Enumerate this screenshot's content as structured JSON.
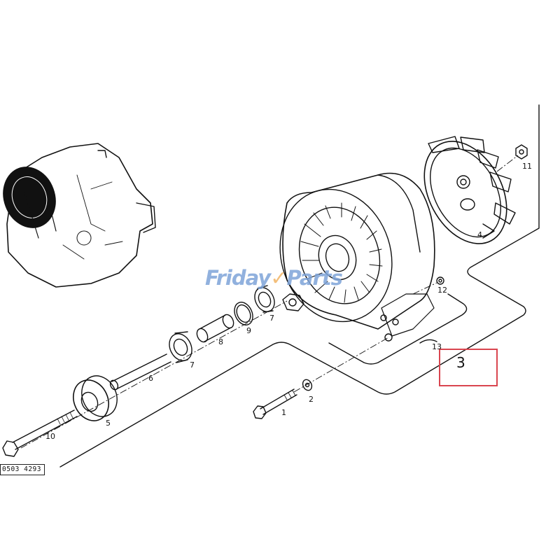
{
  "diagram": {
    "type": "exploded-parts-view",
    "subject": "alternator / blower assembly",
    "drawing_number": "0503 4293",
    "watermark": {
      "text_left": "Friday",
      "text_right": "Parts",
      "color_text": "#7ea4d9",
      "color_check": "#f2b464"
    },
    "highlight": {
      "callout": "3",
      "border_color": "#d9454f"
    },
    "callouts": [
      {
        "id": "1",
        "label": "1",
        "part": "bolt"
      },
      {
        "id": "2",
        "label": "2",
        "part": "washer"
      },
      {
        "id": "3",
        "label": "3",
        "part": "highlighted item"
      },
      {
        "id": "4",
        "label": "4",
        "part": "fan impeller"
      },
      {
        "id": "5",
        "label": "5",
        "part": "pulley"
      },
      {
        "id": "6",
        "label": "6",
        "part": "sleeve"
      },
      {
        "id": "7a",
        "label": "7",
        "part": "ball bearing (outer)"
      },
      {
        "id": "7b",
        "label": "7",
        "part": "ball bearing (inner)"
      },
      {
        "id": "8",
        "label": "8",
        "part": "spacer tube"
      },
      {
        "id": "9",
        "label": "9",
        "part": "circlip"
      },
      {
        "id": "10",
        "label": "10",
        "part": "long bolt"
      },
      {
        "id": "11",
        "label": "11",
        "part": "nut"
      },
      {
        "id": "12",
        "label": "12",
        "part": "nut"
      },
      {
        "id": "13",
        "label": "13",
        "part": "housing assembly"
      }
    ]
  }
}
